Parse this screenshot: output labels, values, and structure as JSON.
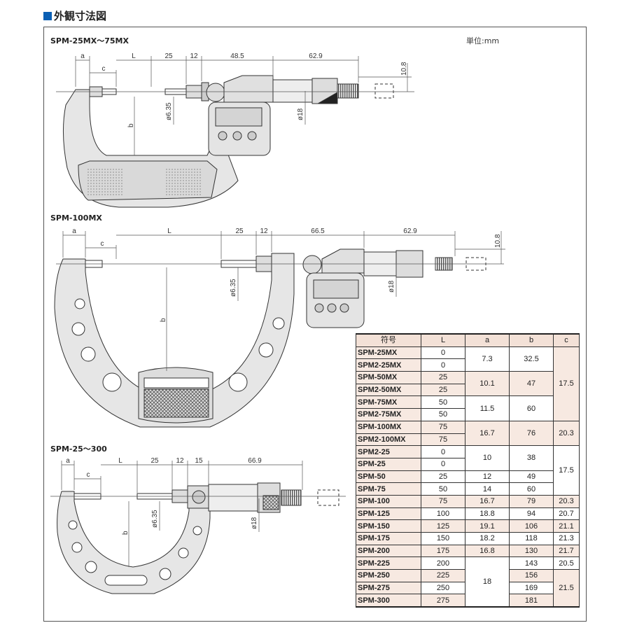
{
  "page_title": "外観寸法図",
  "unit_label": "単位:mm",
  "sections": [
    {
      "label": "SPM-25MX～75MX",
      "dims": {
        "a": "a",
        "c": "c",
        "L": "L",
        "d25": "25",
        "d12": "12",
        "d485": "48.5",
        "d629": "62.9",
        "d108": "10.8",
        "phi635": "ø6.35",
        "phi18": "ø18",
        "b": "b"
      }
    },
    {
      "label": "SPM-100MX",
      "dims": {
        "a": "a",
        "c": "c",
        "L": "L",
        "d25": "25",
        "d12": "12",
        "d665": "66.5",
        "d629": "62.9",
        "d108": "10.8",
        "phi635": "ø6.35",
        "phi18": "ø18",
        "b": "b"
      }
    },
    {
      "label": "SPM-25～300",
      "dims": {
        "a": "a",
        "c": "c",
        "L": "L",
        "d25": "25",
        "d12": "12",
        "d15": "15",
        "d669": "66.9",
        "phi635": "ø6.35",
        "phi18": "ø18",
        "b": "b"
      }
    }
  ],
  "table": {
    "headers": [
      "符号",
      "L",
      "a",
      "b",
      "c"
    ],
    "rows": [
      [
        "SPM-25MX",
        "0",
        "7.3",
        "32.5",
        "17.5"
      ],
      [
        "SPM2-25MX",
        "0",
        "",
        "",
        ""
      ],
      [
        "SPM-50MX",
        "25",
        "10.1",
        "47",
        ""
      ],
      [
        "SPM2-50MX",
        "25",
        "",
        "",
        ""
      ],
      [
        "SPM-75MX",
        "50",
        "11.5",
        "60",
        ""
      ],
      [
        "SPM2-75MX",
        "50",
        "",
        "",
        ""
      ],
      [
        "SPM-100MX",
        "75",
        "16.7",
        "76",
        "20.3"
      ],
      [
        "SPM2-100MX",
        "75",
        "",
        "",
        ""
      ],
      [
        "SPM2-25",
        "0",
        "10",
        "38",
        "17.5"
      ],
      [
        "SPM-25",
        "0",
        "",
        "",
        ""
      ],
      [
        "SPM-50",
        "25",
        "12",
        "49",
        ""
      ],
      [
        "SPM-75",
        "50",
        "14",
        "60",
        ""
      ],
      [
        "SPM-100",
        "75",
        "16.7",
        "79",
        "20.3"
      ],
      [
        "SPM-125",
        "100",
        "18.8",
        "94",
        "20.7"
      ],
      [
        "SPM-150",
        "125",
        "19.1",
        "106",
        "21.1"
      ],
      [
        "SPM-175",
        "150",
        "18.2",
        "118",
        "21.3"
      ],
      [
        "SPM-200",
        "175",
        "16.8",
        "130",
        "21.7"
      ],
      [
        "SPM-225",
        "200",
        "18",
        "143",
        "20.5"
      ],
      [
        "SPM-250",
        "225",
        "",
        "156",
        "21.5"
      ],
      [
        "SPM-275",
        "250",
        "",
        "169",
        ""
      ],
      [
        "SPM-300",
        "275",
        "",
        "181",
        ""
      ]
    ]
  }
}
